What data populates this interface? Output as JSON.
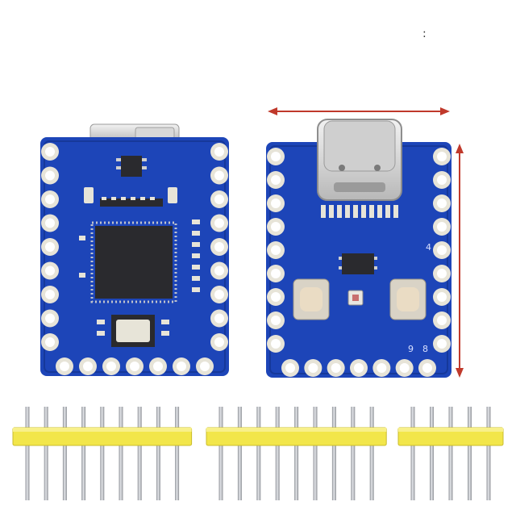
{
  "image": {
    "corner_mark": ":",
    "board_back": {
      "label_pin_4": "4",
      "label_pin_9": "9",
      "label_pin_8": "8"
    },
    "pin_headers": [
      {
        "pins": 9
      },
      {
        "pins": 9
      },
      {
        "pins": 5
      }
    ],
    "colors": {
      "pcb": "#1d45b8",
      "pcb_dark": "#16389a",
      "pad": "#e7e4d8",
      "chip": "#2a2a2e",
      "header_plastic": "#f2e64a",
      "pin_metal": "#b9bcc2",
      "dimension_arrow": "#c0392b"
    }
  }
}
